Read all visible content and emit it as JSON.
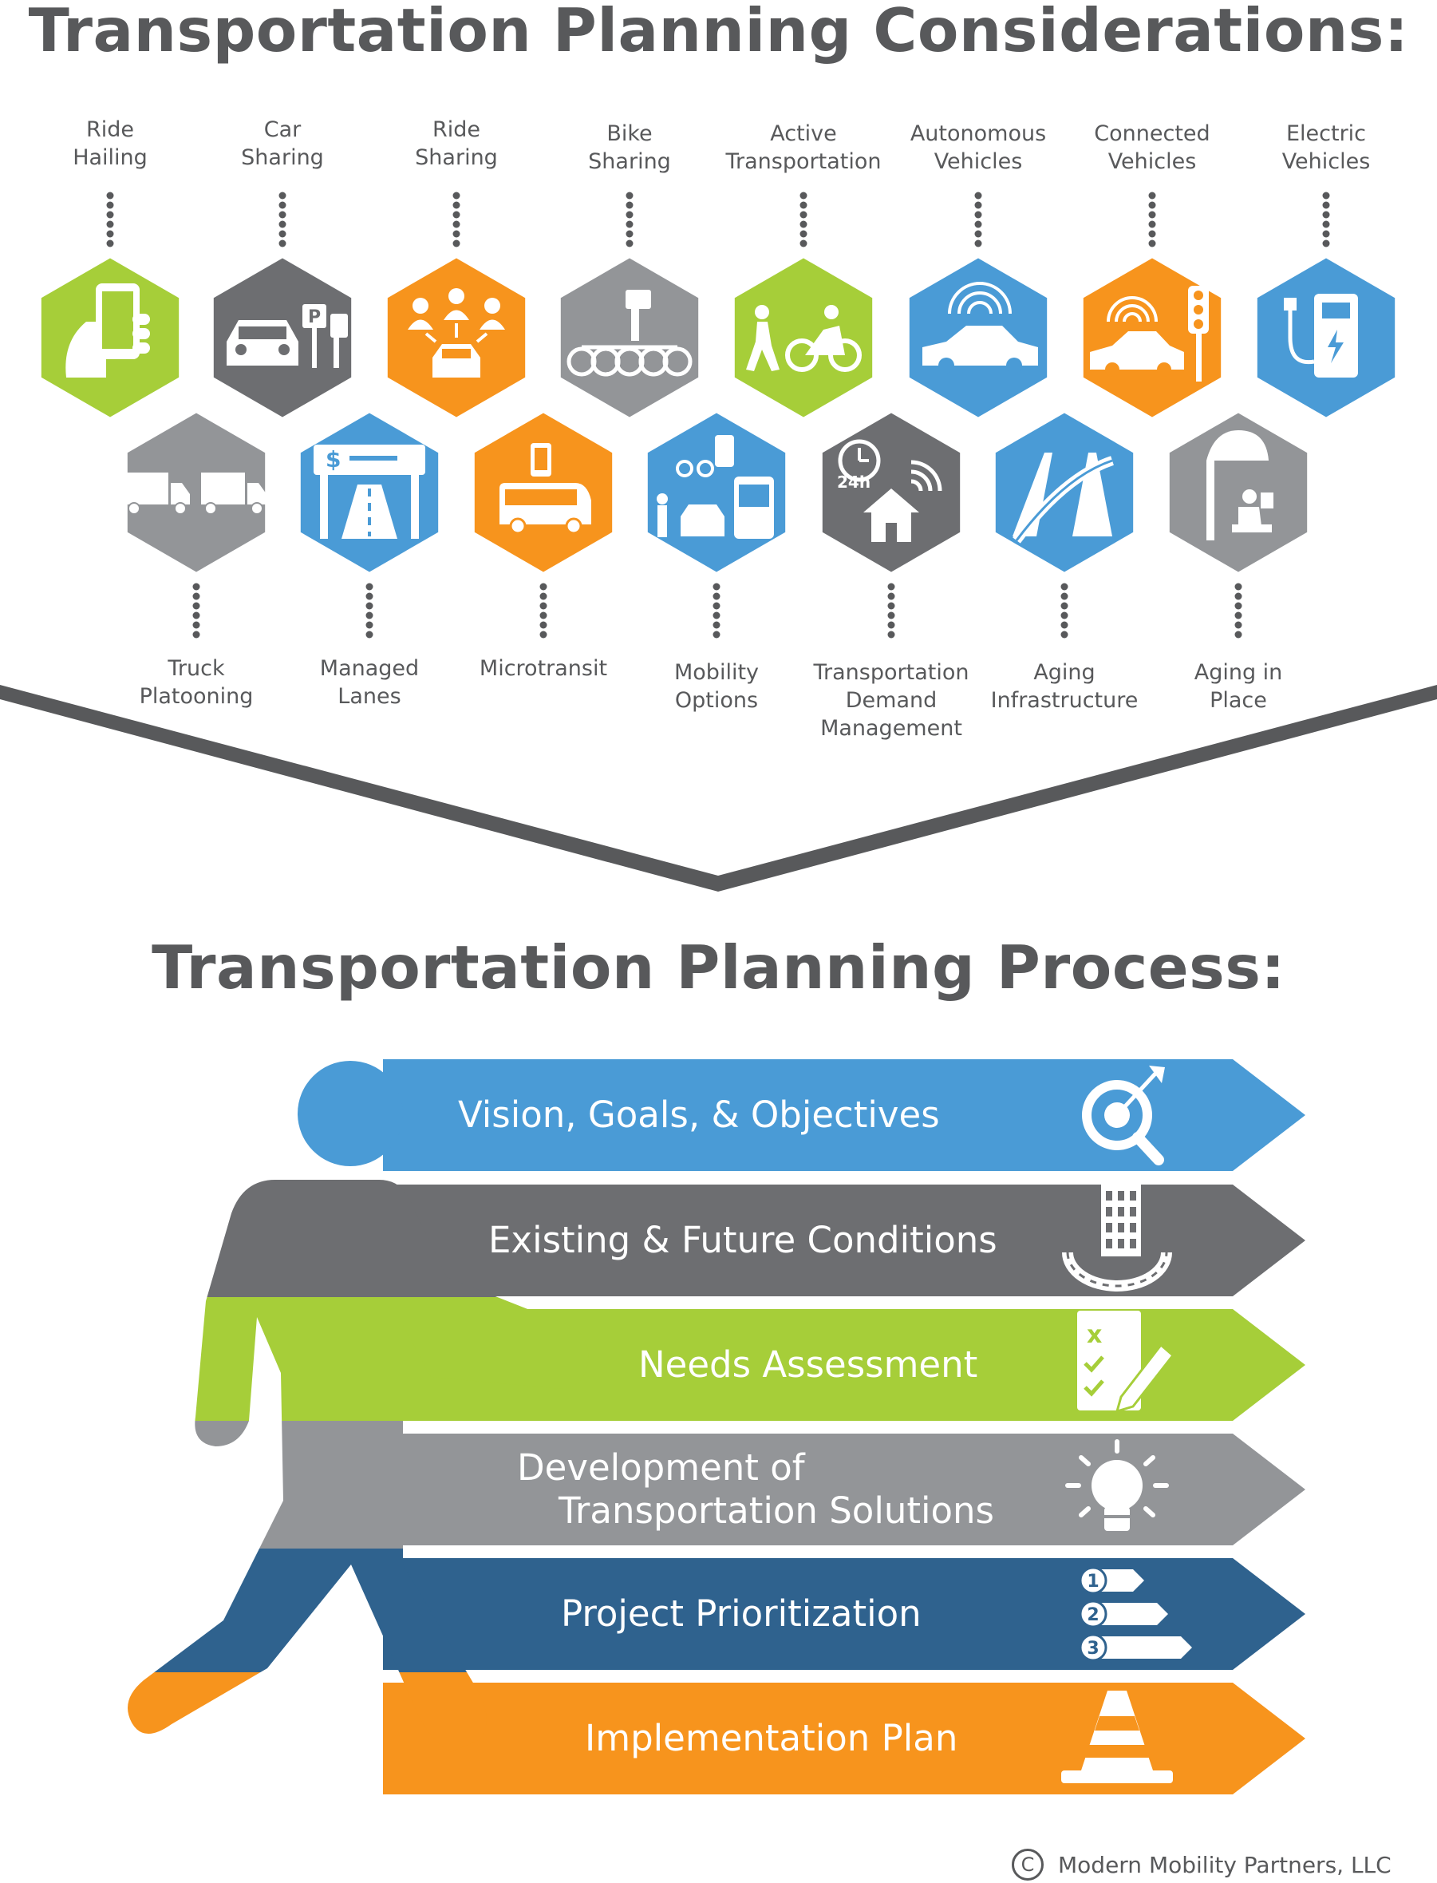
{
  "titles": {
    "considerations": "Transportation Planning Considerations:",
    "process": "Transportation Planning Process:"
  },
  "colors": {
    "green": "#a6ce39",
    "dark_gray": "#6d6e71",
    "orange": "#f7941d",
    "light_gray": "#939598",
    "blue": "#4a9bd6",
    "navy": "#2f628e",
    "text": "#58595b"
  },
  "hexagons_top": [
    {
      "label": "Ride\nHailing",
      "icon": "phone-hand-icon",
      "color": "green"
    },
    {
      "label": "Car\nSharing",
      "icon": "car-parking-icon",
      "color": "dark_gray"
    },
    {
      "label": "Ride\nSharing",
      "icon": "people-car-icon",
      "color": "orange"
    },
    {
      "label": "Bike\nSharing",
      "icon": "bike-rack-icon",
      "color": "light_gray"
    },
    {
      "label": "Active\nTransportation",
      "icon": "walk-bike-icon",
      "color": "green"
    },
    {
      "label": "Autonomous\nVehicles",
      "icon": "autonomous-car-icon",
      "color": "blue"
    },
    {
      "label": "Connected\nVehicles",
      "icon": "connected-car-icon",
      "color": "orange"
    },
    {
      "label": "Electric\nVehicles",
      "icon": "charging-station-icon",
      "color": "blue"
    }
  ],
  "hexagons_bottom": [
    {
      "label": "Truck\nPlatooning",
      "icon": "trucks-icon",
      "color": "light_gray"
    },
    {
      "label": "Managed\nLanes",
      "icon": "toll-lane-icon",
      "color": "blue"
    },
    {
      "label": "Microtransit",
      "icon": "shuttle-bus-icon",
      "color": "orange"
    },
    {
      "label": "Mobility\nOptions",
      "icon": "mobility-options-icon",
      "color": "blue"
    },
    {
      "label": "Transportation\nDemand\nManagement",
      "icon": "telework-icon",
      "color": "dark_gray"
    },
    {
      "label": "Aging\nInfrastructure",
      "icon": "bridge-icon",
      "color": "blue"
    },
    {
      "label": "Aging in\nPlace",
      "icon": "bus-stop-icon",
      "color": "light_gray"
    }
  ],
  "process_steps": [
    {
      "label": "Vision, Goals, & Objectives",
      "color": "blue",
      "icon": "target-magnifier-icon"
    },
    {
      "label": "Existing & Future Conditions",
      "color": "dark_gray",
      "icon": "city-road-icon"
    },
    {
      "label": "Needs Assessment",
      "color": "green",
      "icon": "checklist-pencil-icon"
    },
    {
      "label": "Development of\nTransportation Solutions",
      "color": "light_gray",
      "icon": "lightbulb-icon"
    },
    {
      "label": "Project Prioritization",
      "color": "navy",
      "icon": "ranked-list-icon"
    },
    {
      "label": "Implementation Plan",
      "color": "orange",
      "icon": "traffic-cone-icon"
    }
  ],
  "ranking_numbers": [
    "1",
    "2",
    "3"
  ],
  "copyright": {
    "symbol": "C",
    "text": "Modern Mobility Partners, LLC"
  }
}
